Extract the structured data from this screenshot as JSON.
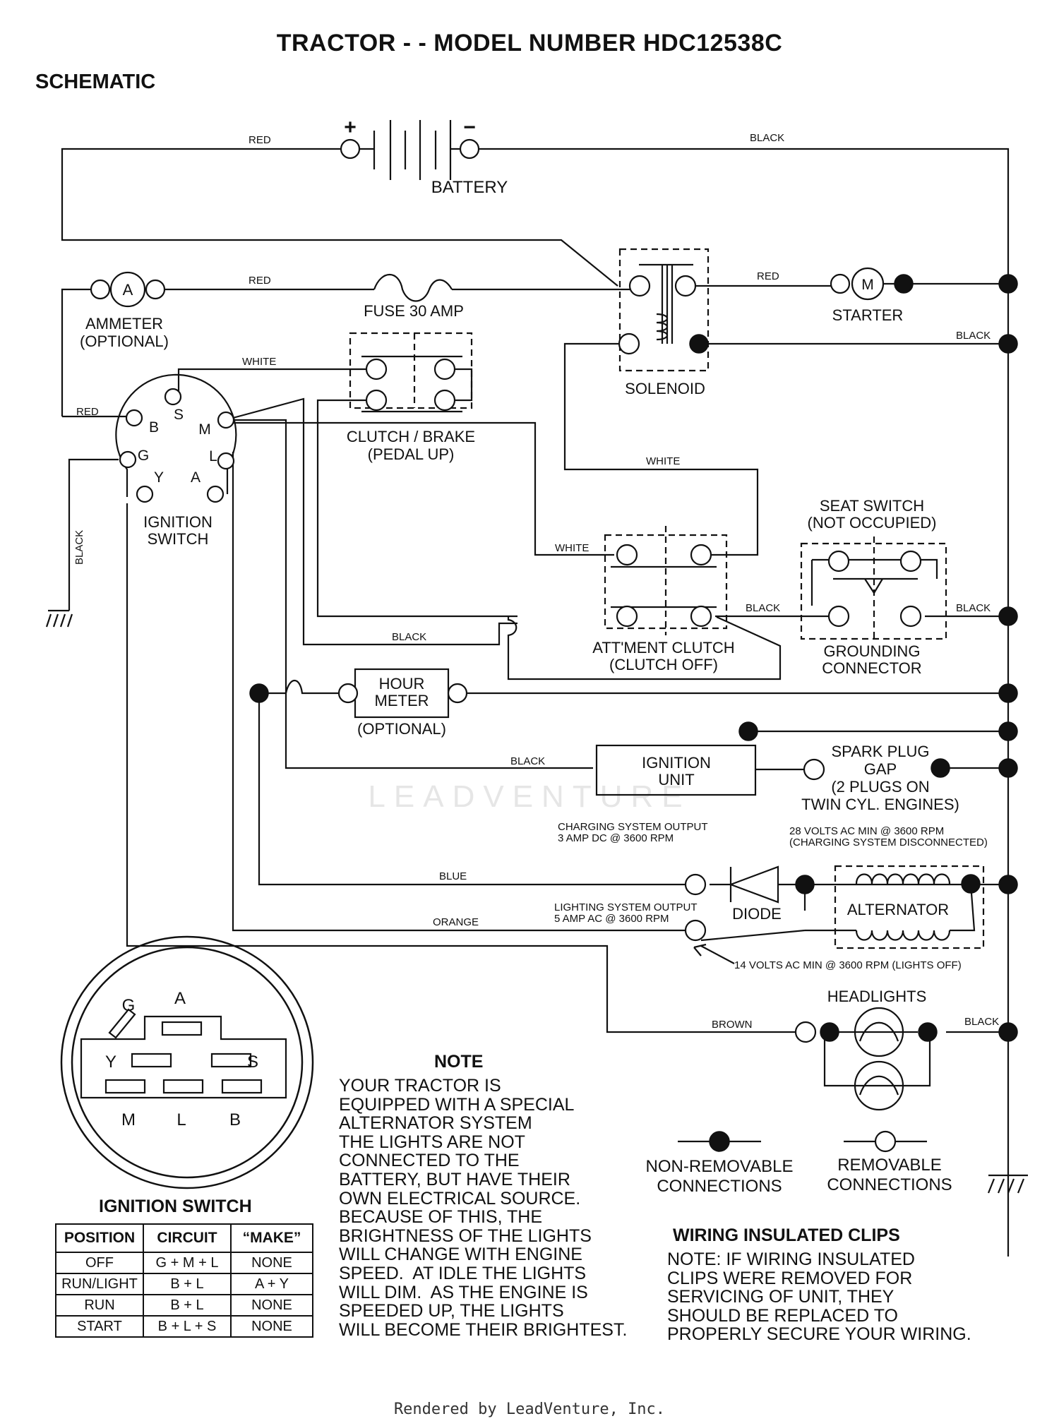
{
  "title": "TRACTOR - - MODEL NUMBER HDC12538C",
  "subtitle": "SCHEMATIC",
  "components": {
    "battery": "BATTERY",
    "battery_plus": "+",
    "battery_minus": "−",
    "ammeter_symbol": "A",
    "ammeter": [
      "AMMETER",
      "(OPTIONAL)"
    ],
    "fuse": "FUSE 30 AMP",
    "solenoid": "SOLENOID",
    "starter_symbol": "M",
    "starter": "STARTER",
    "clutch_brake": [
      "CLUTCH / BRAKE",
      "(PEDAL UP)"
    ],
    "ignition_switch": [
      "IGNITION",
      "SWITCH"
    ],
    "ignition_terminals": {
      "b": "B",
      "s": "S",
      "m": "M",
      "g": "G",
      "l": "L",
      "y": "Y",
      "a": "A"
    },
    "seat_switch": [
      "SEAT SWITCH",
      "(NOT OCCUPIED)"
    ],
    "attment_clutch": [
      "ATT'MENT CLUTCH",
      "(CLUTCH OFF)"
    ],
    "grounding_connector": [
      "GROUNDING",
      "CONNECTOR"
    ],
    "hour_meter": [
      "HOUR",
      "METER"
    ],
    "hour_meter_optional": "(OPTIONAL)",
    "ignition_unit": [
      "IGNITION",
      "UNIT"
    ],
    "spark_plug": [
      "SPARK PLUG",
      "GAP",
      "(2 PLUGS ON",
      "TWIN CYL. ENGINES)"
    ],
    "charging_output": [
      "CHARGING SYSTEM OUTPUT",
      "3 AMP DC @ 3600 RPM"
    ],
    "volts_28": [
      "28 VOLTS AC MIN  @ 3600 RPM",
      "(CHARGING SYSTEM DISCONNECTED)"
    ],
    "diode": "DIODE",
    "alternator": "ALTERNATOR",
    "lighting_output": [
      "LIGHTING SYSTEM OUTPUT",
      "5 AMP AC @ 3600 RPM"
    ],
    "volts_14": "14 VOLTS AC MIN  @ 3600 RPM (LIGHTS OFF)",
    "headlights": "HEADLIGHTS"
  },
  "wires": {
    "red_battery": "RED",
    "black_battery": "BLACK",
    "red_ammeter": "RED",
    "red_starter": "RED",
    "black_solenoid": "BLACK",
    "white_top": "WHITE",
    "red_left": "RED",
    "black_ground": "BLACK",
    "white_mid": "WHITE",
    "white_att": "WHITE",
    "black_att": "BLACK",
    "black_seat": "BLACK",
    "black_clutch": "BLACK",
    "black_ign": "BLACK",
    "blue": "BLUE",
    "orange": "ORANGE",
    "brown": "BROWN",
    "black_head": "BLACK"
  },
  "switch_face": {
    "g": "G",
    "a": "A",
    "y": "Y",
    "s": "S",
    "m": "M",
    "l": "L",
    "b": "B"
  },
  "legend": {
    "non_removable": [
      "NON-REMOVABLE",
      "CONNECTIONS"
    ],
    "removable": [
      "REMOVABLE",
      "CONNECTIONS"
    ]
  },
  "ignition_table": {
    "title": "IGNITION SWITCH",
    "headers": [
      "POSITION",
      "CIRCUIT",
      "“MAKE”"
    ],
    "rows": [
      [
        "OFF",
        "G + M + L",
        "NONE"
      ],
      [
        "RUN/LIGHT",
        "B + L",
        "A + Y"
      ],
      [
        "RUN",
        "B + L",
        "NONE"
      ],
      [
        "START",
        "B + L + S",
        "NONE"
      ]
    ]
  },
  "note": {
    "title": "NOTE",
    "body": "YOUR TRACTOR IS\nEQUIPPED WITH A SPECIAL\nALTERNATOR SYSTEM\nTHE LIGHTS ARE NOT\nCONNECTED TO THE\nBATTERY, BUT HAVE THEIR\nOWN ELECTRICAL SOURCE.\nBECAUSE OF THIS, THE\nBRIGHTNESS OF THE LIGHTS\nWILL CHANGE WITH ENGINE\nSPEED.  AT IDLE THE LIGHTS\nWILL DIM.  AS THE ENGINE IS\nSPEEDED UP, THE LIGHTS\nWILL BECOME THEIR BRIGHTEST."
  },
  "clips": {
    "title": "WIRING INSULATED CLIPS",
    "body": "NOTE: IF WIRING INSULATED\nCLIPS WERE REMOVED FOR\nSERVICING OF UNIT, THEY\nSHOULD BE REPLACED TO\nPROPERLY SECURE YOUR WIRING."
  },
  "watermark": "LEADVENTURE",
  "footer": "Rendered by LeadVenture, Inc."
}
